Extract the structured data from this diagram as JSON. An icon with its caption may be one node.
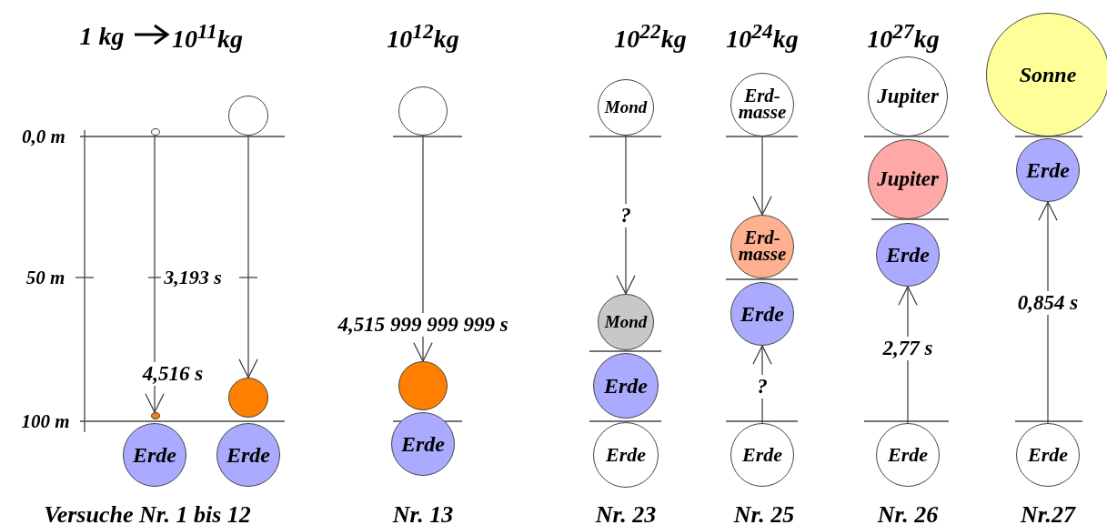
{
  "diagram": {
    "nodes": [
      {
        "text": [],
        "shape": "circle"
      },
      {
        "text": [],
        "shape": "circle"
      },
      {
        "text": [
          "Erde"
        ]
      },
      {
        "text": [],
        "shape": "circle"
      },
      {
        "text": [],
        "shape": "circle"
      },
      {
        "text": [
          "Erde"
        ]
      },
      {
        "text": [],
        "shape": "circle"
      },
      {
        "text": [],
        "shape": "circle"
      },
      {
        "text": [
          "Erde"
        ]
      },
      {
        "text": [
          "Mond"
        ]
      },
      {
        "text": [
          "Mond"
        ]
      },
      {
        "text": [
          "Erde"
        ]
      },
      {
        "text": [
          "Erde"
        ]
      },
      {
        "text": [
          "Erd- masse"
        ]
      },
      {
        "text": [
          "Erd- masse"
        ]
      },
      {
        "text": [
          "Erde"
        ]
      },
      {
        "text": [
          "Erde"
        ]
      },
      {
        "text": [
          "Jupiter"
        ]
      },
      {
        "text": [
          "Jupiter"
        ]
      },
      {
        "text": [
          "Erde"
        ]
      },
      {
        "text": [
          "Erde"
        ]
      },
      {
        "text": [
          "Sonne"
        ]
      },
      {
        "text": [
          "Erde"
        ]
      },
      {
        "text": [
          "Erde"
        ]
      }
    ],
    "edges": [
      {
        "from": 0,
        "to": 1,
        "arrow": "to",
        "label": "4,516 s"
      },
      {
        "from": 3,
        "to": 4,
        "arrow": "to"
      },
      {
        "from": 6,
        "to": 7,
        "arrow": "to",
        "label": "4,515 999 999 999 s"
      },
      {
        "from": 9,
        "to": 10,
        "arrow": "to",
        "label": "?"
      },
      {
        "from": 13,
        "to": 14,
        "arrow": "to"
      },
      {
        "from": 16,
        "to": 15,
        "arrow": "to",
        "label": "?"
      },
      {
        "from": 20,
        "to": 19,
        "arrow": "to",
        "label": "2,77 s"
      },
      {
        "from": 23,
        "to": 22,
        "arrow": "to",
        "label": "0,854 s"
      }
    ],
    "labels": [
      "1 kg",
      "10$^{11}$kg",
      "10$^{12}$kg",
      "10$^{22}$kg",
      "10$^{24}$kg",
      "10$^{27}$kg",
      "0,0 m",
      "50 m",
      "3,193 s",
      "100 m",
      "Versuche  Nr. 1 bis 12",
      "Nr. 13",
      "Nr. 23",
      "Nr. 25",
      "Nr. 26",
      "Nr.27"
    ]
  }
}
